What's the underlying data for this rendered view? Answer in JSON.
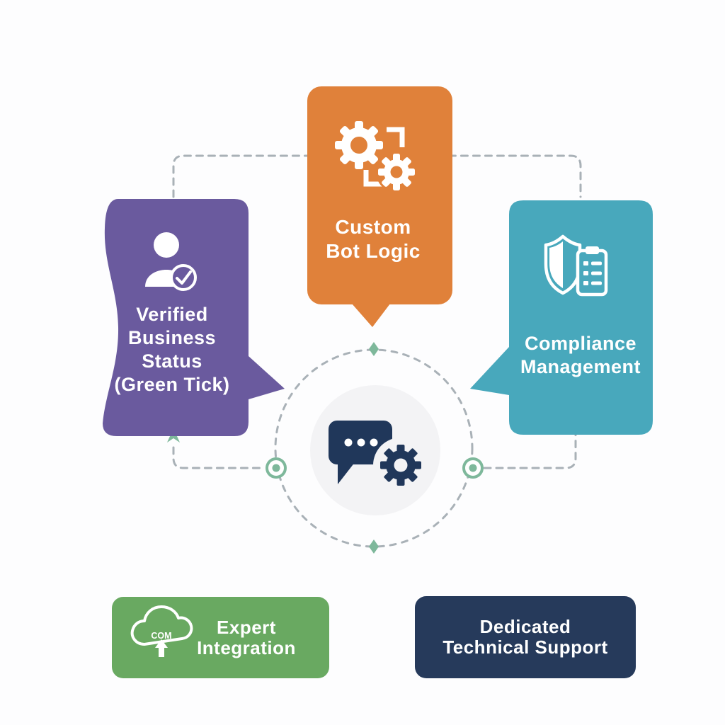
{
  "background": "#FDFDFE",
  "diagram": {
    "text_color": "#FFFFFF",
    "connectors": {
      "dash_color": "#A9B1B7",
      "marker_color": "#7EB89B"
    },
    "center": {
      "icon": "chat-bubble-gear",
      "icon_color": "#20375A",
      "circle_fill": "#F3F3F5"
    },
    "cards": {
      "custom_bot_logic": {
        "lines": [
          "Custom",
          "Bot Logic"
        ],
        "color": "#E0813A",
        "icon": "gears-automation"
      },
      "verified_business": {
        "lines": [
          "Verified",
          "Business",
          "Status",
          "(Green Tick)"
        ],
        "color": "#6A5A9E",
        "icon": "person-verified"
      },
      "compliance": {
        "lines": [
          "Compliance",
          "Management"
        ],
        "color": "#48A8BC",
        "icon": "shield-checklist"
      },
      "expert_integration": {
        "lines": [
          "Expert",
          "Integration"
        ],
        "color": "#69A961",
        "icon": "cloud-com-upload",
        "icon_label": "COM"
      },
      "technical_support": {
        "lines": [
          "Dedicated",
          "Technical Support"
        ],
        "color": "#263A5B"
      }
    }
  }
}
